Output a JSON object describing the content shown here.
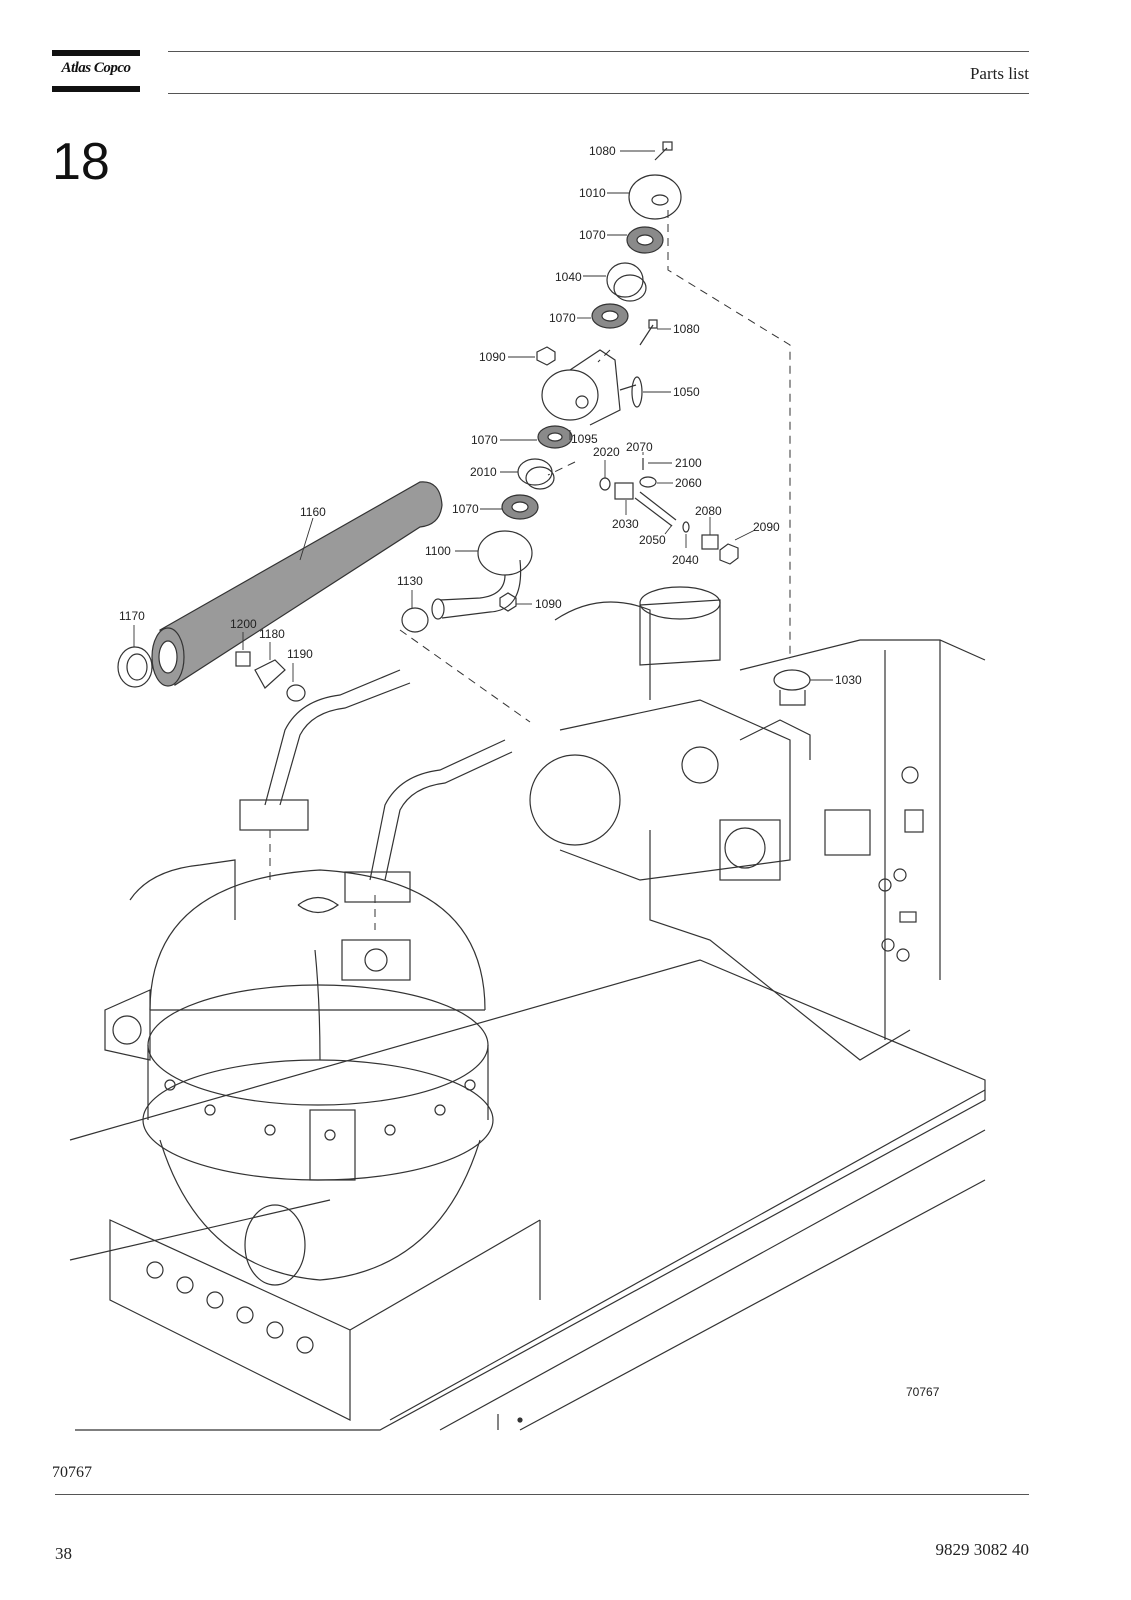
{
  "header": {
    "brand": "Atlas Copco",
    "section_title": "Parts list"
  },
  "section_number": "18",
  "figure": {
    "figure_ref": "70767",
    "callouts": {
      "c1080a": "1080",
      "c1010": "1010",
      "c1070a": "1070",
      "c1040": "1040",
      "c1070b": "1070",
      "c1080b": "1080",
      "c1090a": "1090",
      "c1050": "1050",
      "c1070c": "1070",
      "c1095": "1095",
      "c2020": "2020",
      "c2070": "2070",
      "c2100": "2100",
      "c2010": "2010",
      "c2060": "2060",
      "c1160": "1160",
      "c1070d": "1070",
      "c2030": "2030",
      "c2080": "2080",
      "c2090": "2090",
      "c2050": "2050",
      "c1100": "1100",
      "c2040": "2040",
      "c1130": "1130",
      "c1090b": "1090",
      "c1170": "1170",
      "c1200": "1200",
      "c1180": "1180",
      "c1190": "1190",
      "c1030": "1030"
    }
  },
  "footer": {
    "figure_ref": "70767",
    "page_number": "38",
    "doc_number": "9829 3082 40"
  },
  "colors": {
    "line": "#333333",
    "gasket": "#8a8a8a",
    "pipe": "#9a9a9a",
    "paper": "#ffffff"
  }
}
